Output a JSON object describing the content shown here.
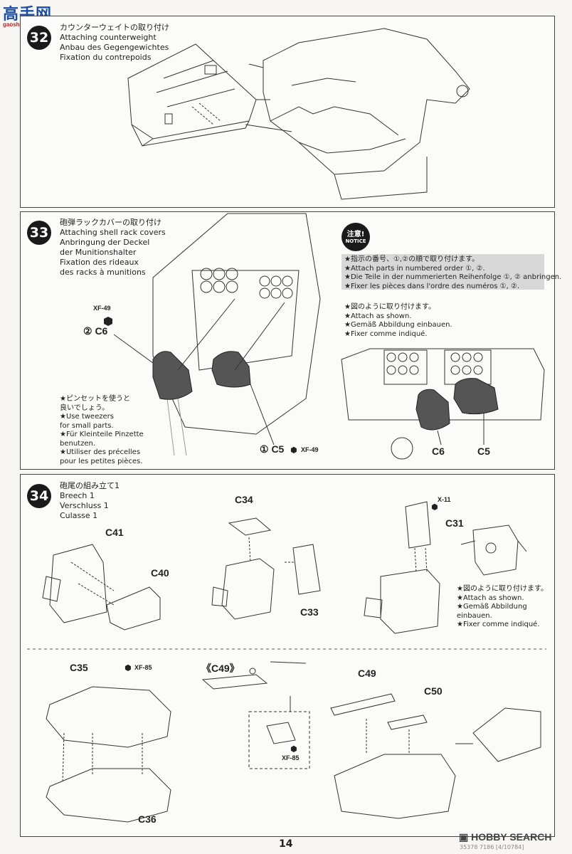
{
  "site_logo": {
    "text": "高手网",
    "sub": "gaoshou.net"
  },
  "steps": [
    {
      "number": "32",
      "titles": [
        "カウンターウェイトの取り付け",
        "Attaching counterweight",
        "Anbau des Gegengewichtes",
        "Fixation du contrepoids"
      ]
    },
    {
      "number": "33",
      "titles": [
        "砲弾ラックカバーの取り付け",
        "Attaching shell rack covers",
        "Anbringung der Deckel",
        "der Munitionshalter",
        "Fixation des rideaux",
        "des racks à munitions"
      ]
    },
    {
      "number": "34",
      "titles": [
        "砲尾の組み立て1",
        "Breech 1",
        "Verschluss 1",
        "Culasse 1"
      ]
    }
  ],
  "step33": {
    "notice_badge": {
      "jp": "注意!",
      "en": "NOTICE"
    },
    "order_note": [
      "★指示の番号、①,②の順で取り付けます。",
      "★Attach parts in numbered order ①, ②.",
      "★Die Teile in der nummerierten Reihenfolge ①, ② anbringen.",
      "★Fixer les pièces dans l'ordre des numéros ①, ②."
    ],
    "attach_note": [
      "★図のように取り付けます。",
      "★Attach as shown.",
      "★Gemäß Abbildung einbauen.",
      "★Fixer comme indiqué."
    ],
    "tweezers_note": [
      "★ピンセットを使うと",
      "良いでしょう。",
      "★Use tweezers",
      "for small parts.",
      "★Für Kleinteile Pinzette",
      "benutzen.",
      "★Utiliser des précelles",
      "pour les petites pièces."
    ],
    "paint_top": "XF-49",
    "part_c6": "② C6",
    "part_c5": "① C5",
    "paint_c5": "XF-49",
    "detail_c6": "C6",
    "detail_c5": "C5"
  },
  "step34": {
    "labels": {
      "c41": "C41",
      "c40": "C40",
      "c34": "C34",
      "c33": "C33",
      "c31": "C31",
      "x11": "X-11",
      "c35": "C35",
      "xf85a": "XF-85",
      "c49_bracket": "《C49》",
      "xf85b": "XF-85",
      "c36": "C36",
      "c49": "C49",
      "c50": "C50"
    },
    "attach_note": [
      "★図のように取り付けます。",
      "★Attach as shown.",
      "★Gemäß Abbildung",
      "einbauen.",
      "★Fixer comme indiqué."
    ]
  },
  "page_number": "14",
  "watermark": "HOBBY SEARCH",
  "footer_code": "35378 7186 [4/10784]"
}
